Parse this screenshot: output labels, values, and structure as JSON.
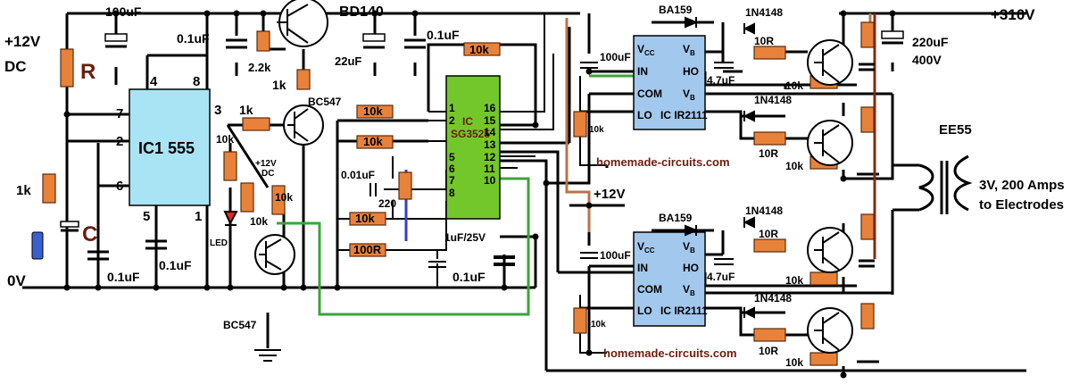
{
  "supply": {
    "v12": "+12V",
    "dc": "DC",
    "v0": "0V",
    "v310": "+310V",
    "v12b": "+12V"
  },
  "timer": {
    "label": "IC1 555",
    "r": "R",
    "c": "C",
    "pins": [
      "4",
      "8",
      "7",
      "2",
      "6",
      "5",
      "1",
      "3"
    ]
  },
  "pwm": {
    "label_ic": "IC",
    "label_part": "SG3525",
    "pins_left": [
      "1",
      "2",
      "5",
      "6",
      "7",
      "8"
    ],
    "pins_right": [
      "16",
      "15",
      "14",
      "13",
      "12",
      "11",
      "10"
    ]
  },
  "driver": {
    "label": "IC IR2111",
    "vcc": "V",
    "vcc_sub": "CC",
    "in": "IN",
    "com": "COM",
    "lo": "LO",
    "vb": "V",
    "vb_sub": "B",
    "ho": "HO"
  },
  "components": {
    "c100u": "100uF",
    "c01u": "0.1uF",
    "c01u_b": "0.1uF",
    "c01u_c": "0.1uF",
    "c01u_d": "0.1uF",
    "c01u_e": "0.1uF",
    "bd140": "BD140",
    "r22k": "2.2k",
    "r1k_a": "1k",
    "r1k_b": "1k",
    "r1k_c": "1k",
    "bc547_a": "BC547",
    "bc547_b": "BC547",
    "r12vdc": "+12V",
    "dc2": "DC",
    "r10k_a": "10k",
    "r10k_b": "10k",
    "r10k_c": "10k",
    "r10k_d": "10k",
    "r10k_e": "10k",
    "c22u": "22uF",
    "c001u": "0.01uF",
    "r220": "220",
    "r100r": "100R",
    "c1u25": "1uF/25V",
    "led": "LED",
    "ba159": "BA159",
    "ba159b": "BA159",
    "n4148": "1N4148",
    "n4148b": "1N4148",
    "n4148c": "1N4148",
    "n4148d": "1N4148",
    "r10r_a": "10R",
    "r10r_b": "10R",
    "r10r_c": "10R",
    "r10r_d": "10R",
    "r10k_g1": "10k",
    "r10k_g2": "10k",
    "r10k_g3": "10k",
    "r10k_g4": "10k",
    "r10k_ir1": "10k",
    "r10k_ir2": "10k",
    "c100u_ir1": "100uF",
    "c100u_ir2": "100uF",
    "c47u_1": "4.7uF",
    "c47u_2": "4.7uF",
    "c220u": "220uF",
    "v400": "400V"
  },
  "transformer": {
    "name": "EE55",
    "out1": "3V, 200 Amps",
    "out2": "to Electrodes"
  },
  "watermark": "homemade-circuits.com"
}
